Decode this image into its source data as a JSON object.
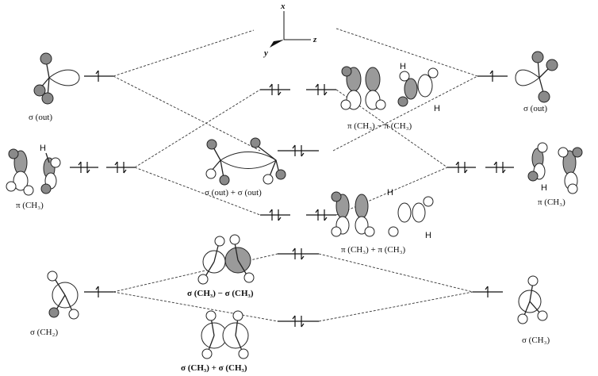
{
  "axes": {
    "x": "x",
    "y": "y",
    "z": "z"
  },
  "labels": {
    "sigma_out_left": "σ (out)",
    "pi_ch3_left": "π (CH₃)",
    "sigma_ch2_left": "σ (CH₂)",
    "sigma_out_plus": "σ (out) + σ (out)",
    "pi_minus": "π (CH₃) − π (CH₃)",
    "pi_plus": "π (CH₃) + π (CH₃)",
    "sigma_minus": "σ (CH₃) − σ (CH₃)",
    "sigma_plus": "σ (CH₃) + σ (CH₃)",
    "sigma_out_right": "σ (out)",
    "pi_ch3_right": "π (CH₃)",
    "sigma_ch3_right": "σ (CH₃)"
  },
  "atom_labels": {
    "h": "H"
  }
}
